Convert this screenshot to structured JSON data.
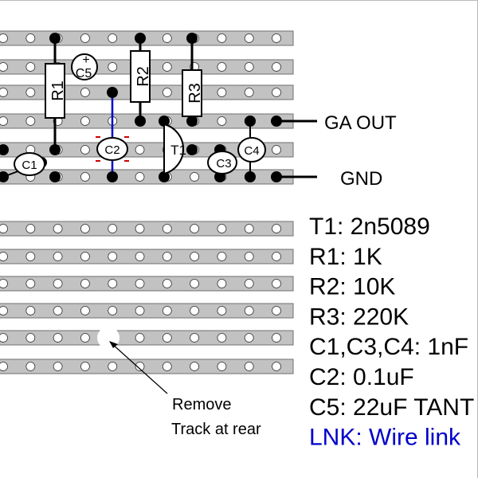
{
  "colors": {
    "strip": "#c2c2c2",
    "strip_edge": "#6f6f6f",
    "hole": "#ffffff",
    "pad": "#000000",
    "link_wire": "#0000cc",
    "tantalum_marker": "#cc0000",
    "text": "#000000",
    "link_text": "#0000cc"
  },
  "components": {
    "R1": "R1",
    "R2": "R2",
    "R3": "R3",
    "C1": "C1",
    "C2": "C2",
    "C3": "C3",
    "C4": "C4",
    "C5": "C5",
    "C5_polarity": "+",
    "T1": "T1"
  },
  "outputs": {
    "ga_out": "GA OUT",
    "gnd": "GND"
  },
  "annotation": {
    "remove_line1": "Remove",
    "remove_line2": "Track at rear"
  },
  "parts_list": [
    {
      "text": "T1: 2n5089",
      "color": "#000000"
    },
    {
      "text": "R1: 1K",
      "color": "#000000"
    },
    {
      "text": "R2: 10K",
      "color": "#000000"
    },
    {
      "text": "R3: 220K",
      "color": "#000000"
    },
    {
      "text": "C1,C3,C4: 1nF",
      "color": "#000000"
    },
    {
      "text": "C2: 0.1uF",
      "color": "#000000"
    },
    {
      "text": "C5: 22uF TANT",
      "color": "#000000"
    },
    {
      "text": "LNK: Wire link",
      "color": "#0000cc"
    }
  ]
}
